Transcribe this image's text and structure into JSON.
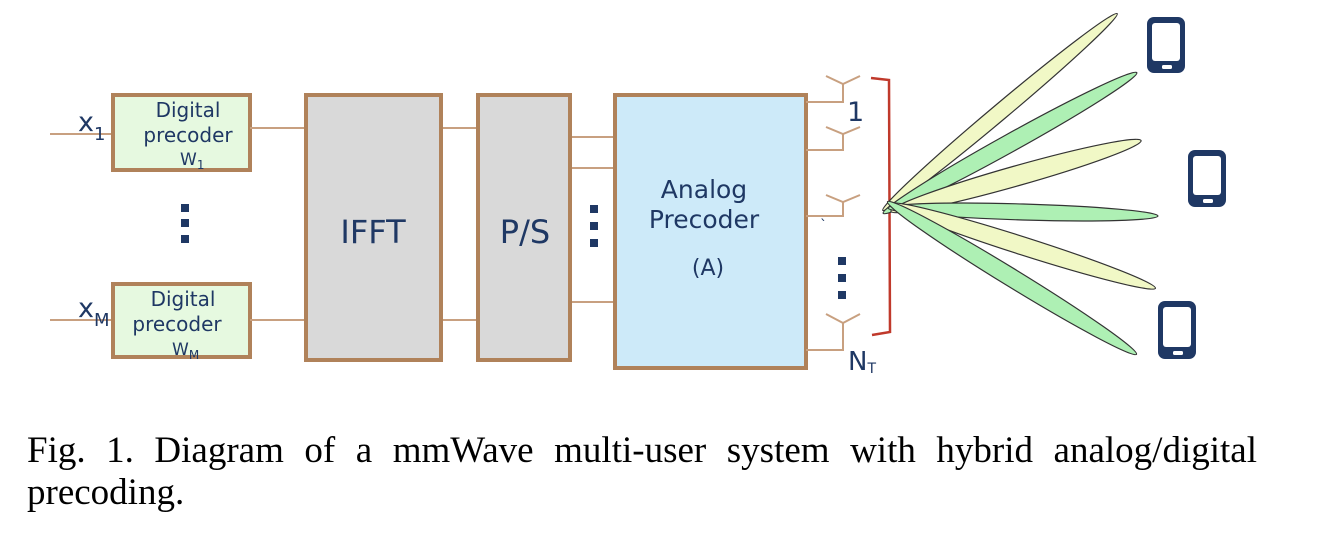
{
  "diagram": {
    "inputs": [
      {
        "symbol": "x",
        "subscript": "1"
      },
      {
        "symbol": "x",
        "subscript": "M"
      }
    ],
    "digital_precoders": [
      {
        "line1": "Digital",
        "line2": "precoder",
        "symbol": "W",
        "subscript": "1"
      },
      {
        "line1": "Digital",
        "line2": "precoder",
        "symbol": "W",
        "subscript": "M"
      }
    ],
    "ifft_label": "IFFT",
    "ps_label": "P/S",
    "analog_precoder": {
      "line1": "Analog",
      "line2": "Precoder",
      "line3": "(A)"
    },
    "antenna_first_label": "1",
    "antenna_last_label": {
      "symbol": "N",
      "subscript": "T"
    },
    "colors": {
      "box_border": "#b0825a",
      "digital_fill": "#e6f9e0",
      "gray_fill": "#d9d9d9",
      "analog_fill": "#cdeaf9",
      "dots": "#1f3864",
      "bracket": "#c0392b",
      "lobe_light": "#f1f8c6",
      "lobe_green": "#aef0b4",
      "phone": "#1f3864"
    }
  },
  "caption": "Fig. 1.  Diagram of a mmWave multi-user system with hybrid analog/digital precoding."
}
